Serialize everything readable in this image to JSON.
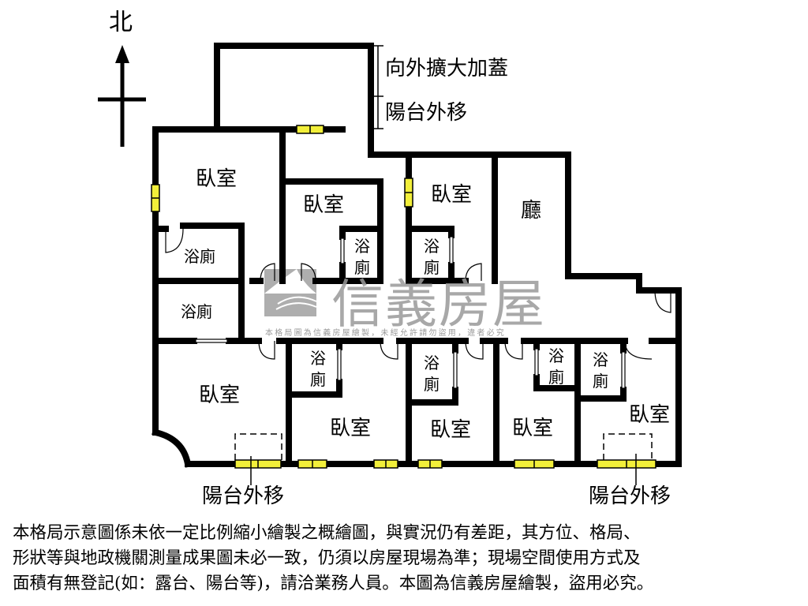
{
  "compass": {
    "label": "北",
    "icon": "north-arrow-icon"
  },
  "annotations": {
    "expansion": "向外擴大加蓋",
    "balcony_top": "陽台外移",
    "balcony_bottom_left": "陽台外移",
    "balcony_bottom_right": "陽台外移"
  },
  "rooms": [
    {
      "id": "bedroom-nw",
      "label": "臥室"
    },
    {
      "id": "bedroom-n-middle",
      "label": "臥室"
    },
    {
      "id": "bedroom-n-east",
      "label": "臥室"
    },
    {
      "id": "living-room",
      "label": "廳"
    },
    {
      "id": "bedroom-sw",
      "label": "臥室"
    },
    {
      "id": "bedroom-s-2",
      "label": "臥室"
    },
    {
      "id": "bedroom-s-3",
      "label": "臥室"
    },
    {
      "id": "bedroom-s-4",
      "label": "臥室"
    },
    {
      "id": "bedroom-se",
      "label": "臥室"
    }
  ],
  "bathrooms": [
    {
      "id": "bath-nw-1",
      "label": "浴廁"
    },
    {
      "id": "bath-nw-2",
      "label": "浴廁"
    },
    {
      "id": "bath-n-middle",
      "label": "浴廁"
    },
    {
      "id": "bath-n-east",
      "label": "浴廁"
    },
    {
      "id": "bath-s-2",
      "label": "浴廁"
    },
    {
      "id": "bath-s-3",
      "label": "浴廁"
    },
    {
      "id": "bath-s-4",
      "label": "浴廁"
    },
    {
      "id": "bath-se",
      "label": "浴廁"
    }
  ],
  "watermark": {
    "brand": "信義房屋",
    "notice": "本格局圖為信義房屋繪製，未經允許請勿盜用，違者必究"
  },
  "disclaimer": {
    "lines": [
      "本格局示意圖係未依一定比例縮小繪製之概繪圖，與實況仍有差距，其方位、格局、",
      "形狀等與地政機關測量成果圖未必一致，仍須以房屋現場為準；現場空間使用方式及",
      "面積有無登記(如：露台、陽台等)，請洽業務人員。本圖為信義房屋繪製，盜用必究。"
    ]
  },
  "colors": {
    "wall": "#000000",
    "window_fill": "#f2ef3a",
    "watermark": "#9a9a9a",
    "expansion_highlight": "#fffbe0"
  }
}
